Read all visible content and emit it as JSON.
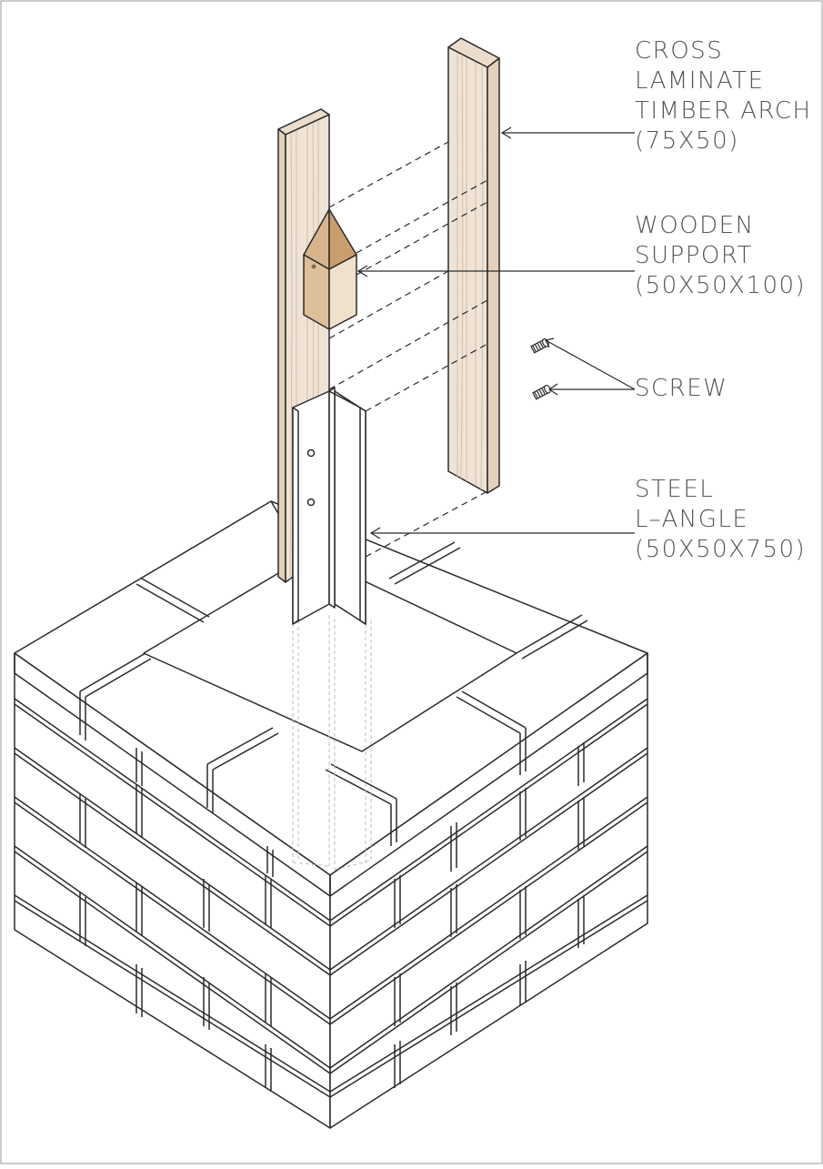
{
  "labels": {
    "timber_arch": [
      "CROSS",
      "LAMINATE",
      "TIMBER ARCH",
      "(75X50)"
    ],
    "wooden_support": [
      "WOODEN",
      "SUPPORT",
      "(50X50X100)"
    ],
    "screw": [
      "SCREW"
    ],
    "steel_angle": [
      "STEEL",
      "L–ANGLE",
      "(50X50X750)"
    ]
  },
  "colors": {
    "line": "#2a2a2a",
    "timber": "#ecdccb",
    "timber_grain": "#d9c4ae",
    "block_light": "#e3c7a2",
    "block_dark": "#c89f72",
    "label_text": "#555555"
  }
}
